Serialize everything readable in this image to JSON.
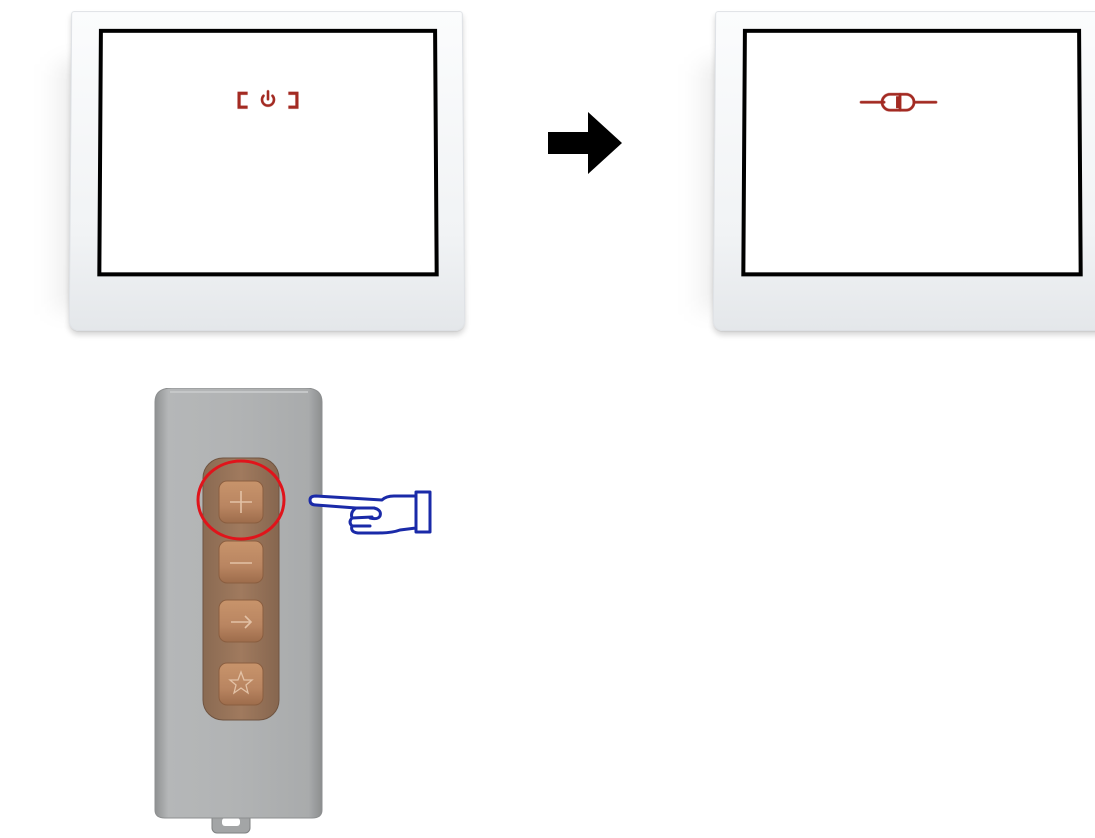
{
  "steps": [
    {
      "state": "standby",
      "icon": "power-standby-icon",
      "icon_color": "#a32a22"
    },
    {
      "state": "pairing",
      "icon": "pairing-connector-icon",
      "icon_color": "#a32a22"
    }
  ],
  "transition_icon": "right-arrow-icon",
  "remote": {
    "buttons": [
      {
        "id": "plus",
        "icon": "plus-icon",
        "highlighted": true
      },
      {
        "id": "minus",
        "icon": "minus-icon",
        "highlighted": false
      },
      {
        "id": "arrow",
        "icon": "arrow-right-icon",
        "highlighted": false
      },
      {
        "id": "star",
        "icon": "star-icon",
        "highlighted": false
      }
    ],
    "body_color": "#aeb0b1",
    "button_color": "#b98561",
    "highlight_color": "#e0141b"
  },
  "pointer": {
    "icon": "pointing-hand-icon",
    "color": "#1a2aa8"
  }
}
